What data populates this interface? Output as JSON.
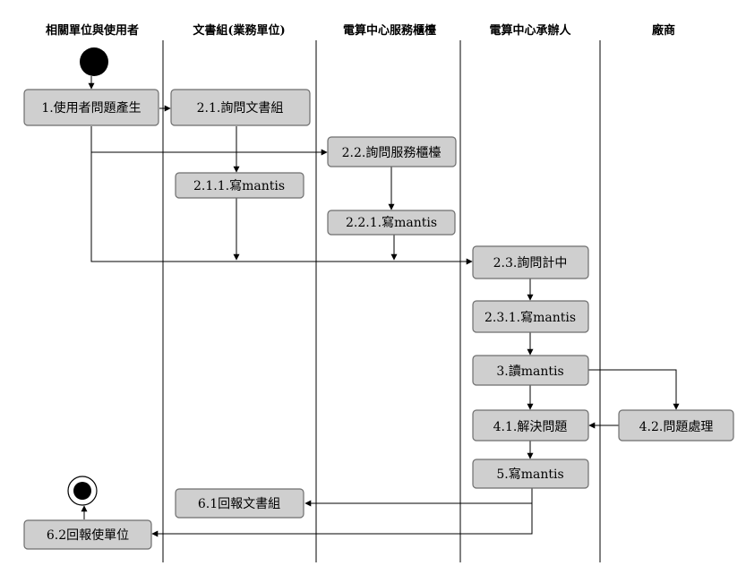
{
  "lanes": [
    {
      "id": "user",
      "title": "相關單位與使用者"
    },
    {
      "id": "docs",
      "title": "文書組(業務單位)"
    },
    {
      "id": "counter",
      "title": "電算中心服務櫃檯"
    },
    {
      "id": "handler",
      "title": "電算中心承辦人"
    },
    {
      "id": "vendor",
      "title": "廠商"
    }
  ],
  "nodes": [
    {
      "id": "n1",
      "label": "1.使用者問題產生"
    },
    {
      "id": "n21",
      "label": "2.1.詢問文書組"
    },
    {
      "id": "n211",
      "label": "2.1.1.寫mantis"
    },
    {
      "id": "n22",
      "label": "2.2.詢問服務櫃檯"
    },
    {
      "id": "n221",
      "label": "2.2.1.寫mantis"
    },
    {
      "id": "n23",
      "label": "2.3.詢問計中"
    },
    {
      "id": "n231",
      "label": "2.3.1.寫mantis"
    },
    {
      "id": "n3",
      "label": "3.讀mantis"
    },
    {
      "id": "n41",
      "label": "4.1.解決問題"
    },
    {
      "id": "n42",
      "label": "4.2.問題處理"
    },
    {
      "id": "n5",
      "label": "5.寫mantis"
    },
    {
      "id": "n61",
      "label": "6.1回報文書組"
    },
    {
      "id": "n62",
      "label": "6.2回報使單位"
    }
  ]
}
